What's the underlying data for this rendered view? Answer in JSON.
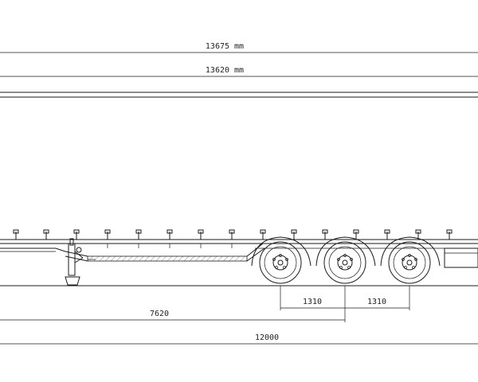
{
  "dimensions": {
    "overall_length": "13675 mm",
    "deck_length": "13620 mm",
    "axle_spacing_1": "1310",
    "axle_spacing_2": "1310",
    "kingpin_to_axle": "7620",
    "reference_length": "12000"
  },
  "colors": {
    "line": "#1a1a1a",
    "background": "#ffffff"
  }
}
